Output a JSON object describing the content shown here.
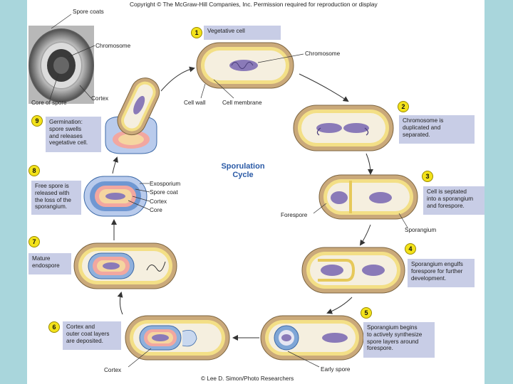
{
  "header": {
    "copyright": "Copyright © The McGraw-Hill Companies, Inc. Permission required for reproduction or display"
  },
  "footer": {
    "credit": "© Lee D. Simon/Photo Researchers"
  },
  "title": {
    "line1": "Sporulation",
    "line2": "Cycle"
  },
  "micrograph": {
    "spore_coats": "Spore coats",
    "chromosome": "Chromosome",
    "cortex": "Cortex",
    "core_of_spore": "Core of spore"
  },
  "steps": {
    "s1": {
      "number": "1",
      "text": "Vegetative cell",
      "chromosome": "Chromosome",
      "cell_wall": "Cell wall",
      "cell_membrane": "Cell membrane"
    },
    "s2": {
      "number": "2",
      "text": [
        "Chromosome is",
        "duplicated and",
        "separated."
      ]
    },
    "s3": {
      "number": "3",
      "text": [
        "Cell is septated",
        "into a sporangium",
        "and forespore."
      ],
      "forespore": "Forespore",
      "sporangium": "Sporangium"
    },
    "s4": {
      "number": "4",
      "text": [
        "Sporangium engulfs",
        "forespore for further",
        "development."
      ]
    },
    "s5": {
      "number": "5",
      "text": [
        "Sporangium begins",
        "to actively synthesize",
        "spore layers around",
        "forespore."
      ],
      "early_spore": "Early spore"
    },
    "s6": {
      "number": "6",
      "text": [
        "Cortex and",
        "outer coat layers",
        "are deposited."
      ],
      "cortex": "Cortex"
    },
    "s7": {
      "number": "7",
      "text": [
        "Mature",
        "endospore"
      ]
    },
    "s8": {
      "number": "8",
      "text": [
        "Free spore is",
        "released with",
        "the loss of the",
        "sporangium."
      ],
      "exosporium": "Exosporium",
      "spore_coat": "Spore coat",
      "cortex": "Cortex",
      "core": "Core"
    },
    "s9": {
      "number": "9",
      "text": [
        "Germination:",
        "spore swells",
        "and releases",
        "vegetative cell."
      ]
    }
  },
  "colors": {
    "cell_wall": "#caa97a",
    "membrane": "#f3df86",
    "cytoplasm": "#f5efdf",
    "chromosome": "#8a7ab8",
    "label_box": "#c8cde6",
    "badge": "#f3e21a",
    "title": "#2a5aa6",
    "background": "#a9d6dc"
  }
}
